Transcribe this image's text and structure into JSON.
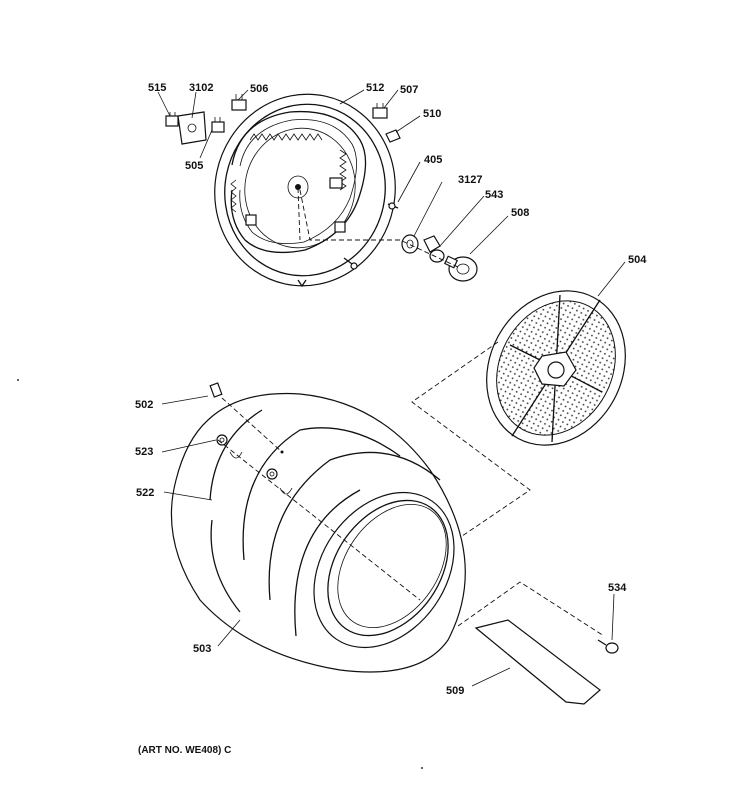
{
  "callouts": {
    "c515": "515",
    "c3102": "3102",
    "c506": "506",
    "c512": "512",
    "c507": "507",
    "c510": "510",
    "c505": "505",
    "c405": "405",
    "c3127": "3127",
    "c543": "543",
    "c508": "508",
    "c504": "504",
    "c502": "502",
    "c523": "523",
    "c522": "522",
    "c503": "503",
    "c534": "534",
    "c509": "509"
  },
  "art_number": "(ART NO. WE408) C"
}
